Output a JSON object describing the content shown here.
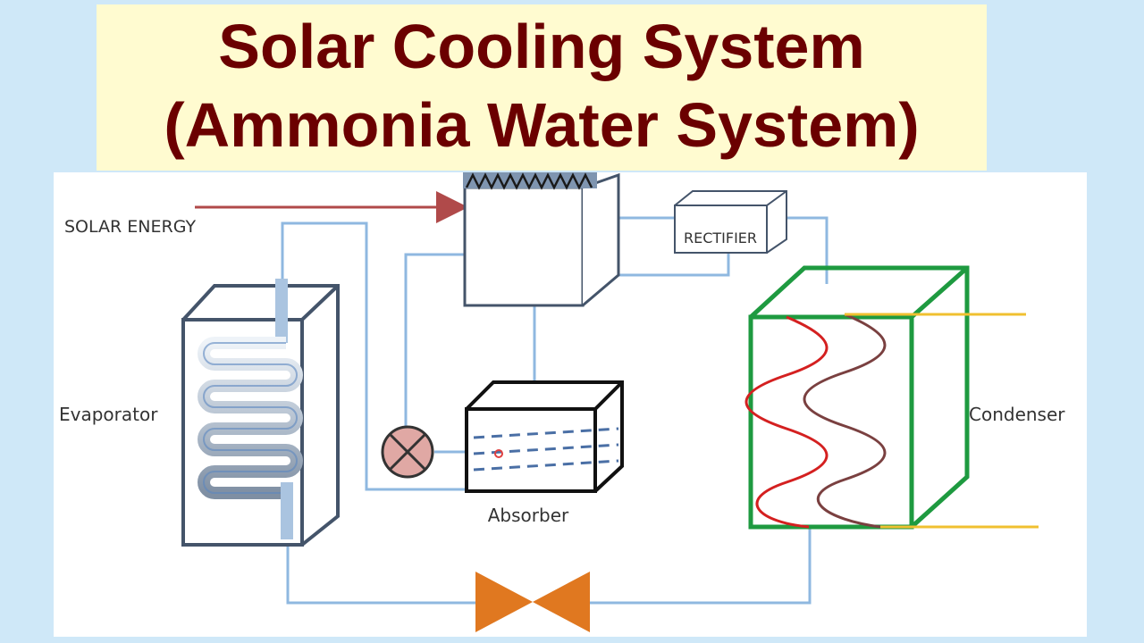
{
  "title": {
    "line1": "Solar Cooling System",
    "line2": "(Ammonia Water System)"
  },
  "labels": {
    "solar_energy": "SOLAR ENERGY",
    "rectifier": "RECTIFIER",
    "evaporator": "Evaporator",
    "absorber": "Absorber",
    "condenser": "Condenser"
  },
  "colors": {
    "title_text": "#6b0000",
    "title_bg": "#fffbd0",
    "page_bg": "#cfe8f8",
    "pipe": "#8fb8e0",
    "box_outline": "#44546a",
    "condenser_outline": "#1e9a40",
    "coil_red": "#d42020",
    "coil_brown": "#7a4040",
    "line_yellow": "#f0c030",
    "valve": "#e07820",
    "solar_arrow": "#b04a4a"
  }
}
